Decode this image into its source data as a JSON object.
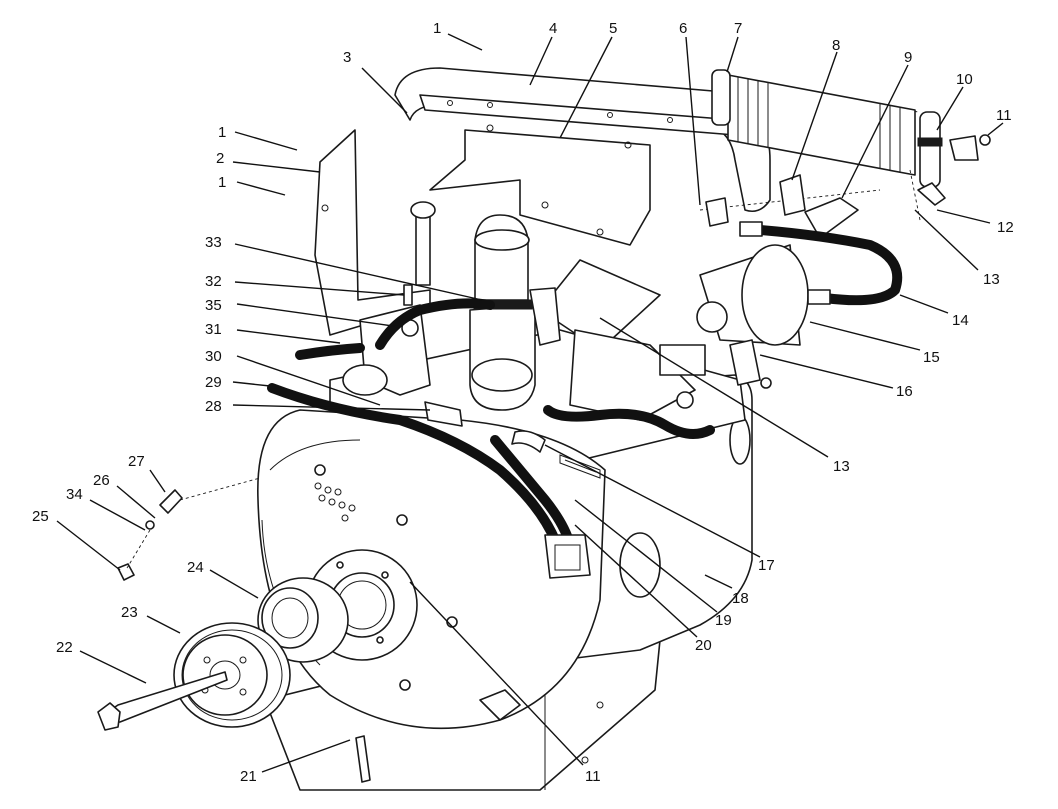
{
  "diagram": {
    "callouts": [
      {
        "id": "c1a",
        "label": "1"
      },
      {
        "id": "c4",
        "label": "4"
      },
      {
        "id": "c5",
        "label": "5"
      },
      {
        "id": "c6",
        "label": "6"
      },
      {
        "id": "c7",
        "label": "7"
      },
      {
        "id": "c8",
        "label": "8"
      },
      {
        "id": "c9",
        "label": "9"
      },
      {
        "id": "c10",
        "label": "10"
      },
      {
        "id": "c11a",
        "label": "11"
      },
      {
        "id": "c12",
        "label": "12"
      },
      {
        "id": "c13a",
        "label": "13"
      },
      {
        "id": "c14",
        "label": "14"
      },
      {
        "id": "c15",
        "label": "15"
      },
      {
        "id": "c16",
        "label": "16"
      },
      {
        "id": "c3",
        "label": "3"
      },
      {
        "id": "c1b",
        "label": "1"
      },
      {
        "id": "c2",
        "label": "2"
      },
      {
        "id": "c1c",
        "label": "1"
      },
      {
        "id": "c33",
        "label": "33"
      },
      {
        "id": "c32",
        "label": "32"
      },
      {
        "id": "c35",
        "label": "35"
      },
      {
        "id": "c31",
        "label": "31"
      },
      {
        "id": "c30",
        "label": "30"
      },
      {
        "id": "c29",
        "label": "29"
      },
      {
        "id": "c28",
        "label": "28"
      },
      {
        "id": "c13b",
        "label": "13"
      },
      {
        "id": "c17",
        "label": "17"
      },
      {
        "id": "c27",
        "label": "27"
      },
      {
        "id": "c26",
        "label": "26"
      },
      {
        "id": "c34",
        "label": "34"
      },
      {
        "id": "c25",
        "label": "25"
      },
      {
        "id": "c18",
        "label": "18"
      },
      {
        "id": "c24",
        "label": "24"
      },
      {
        "id": "c19",
        "label": "19"
      },
      {
        "id": "c23",
        "label": "23"
      },
      {
        "id": "c20",
        "label": "20"
      },
      {
        "id": "c22",
        "label": "22"
      },
      {
        "id": "c21",
        "label": "21"
      },
      {
        "id": "c11b",
        "label": "11"
      }
    ]
  }
}
